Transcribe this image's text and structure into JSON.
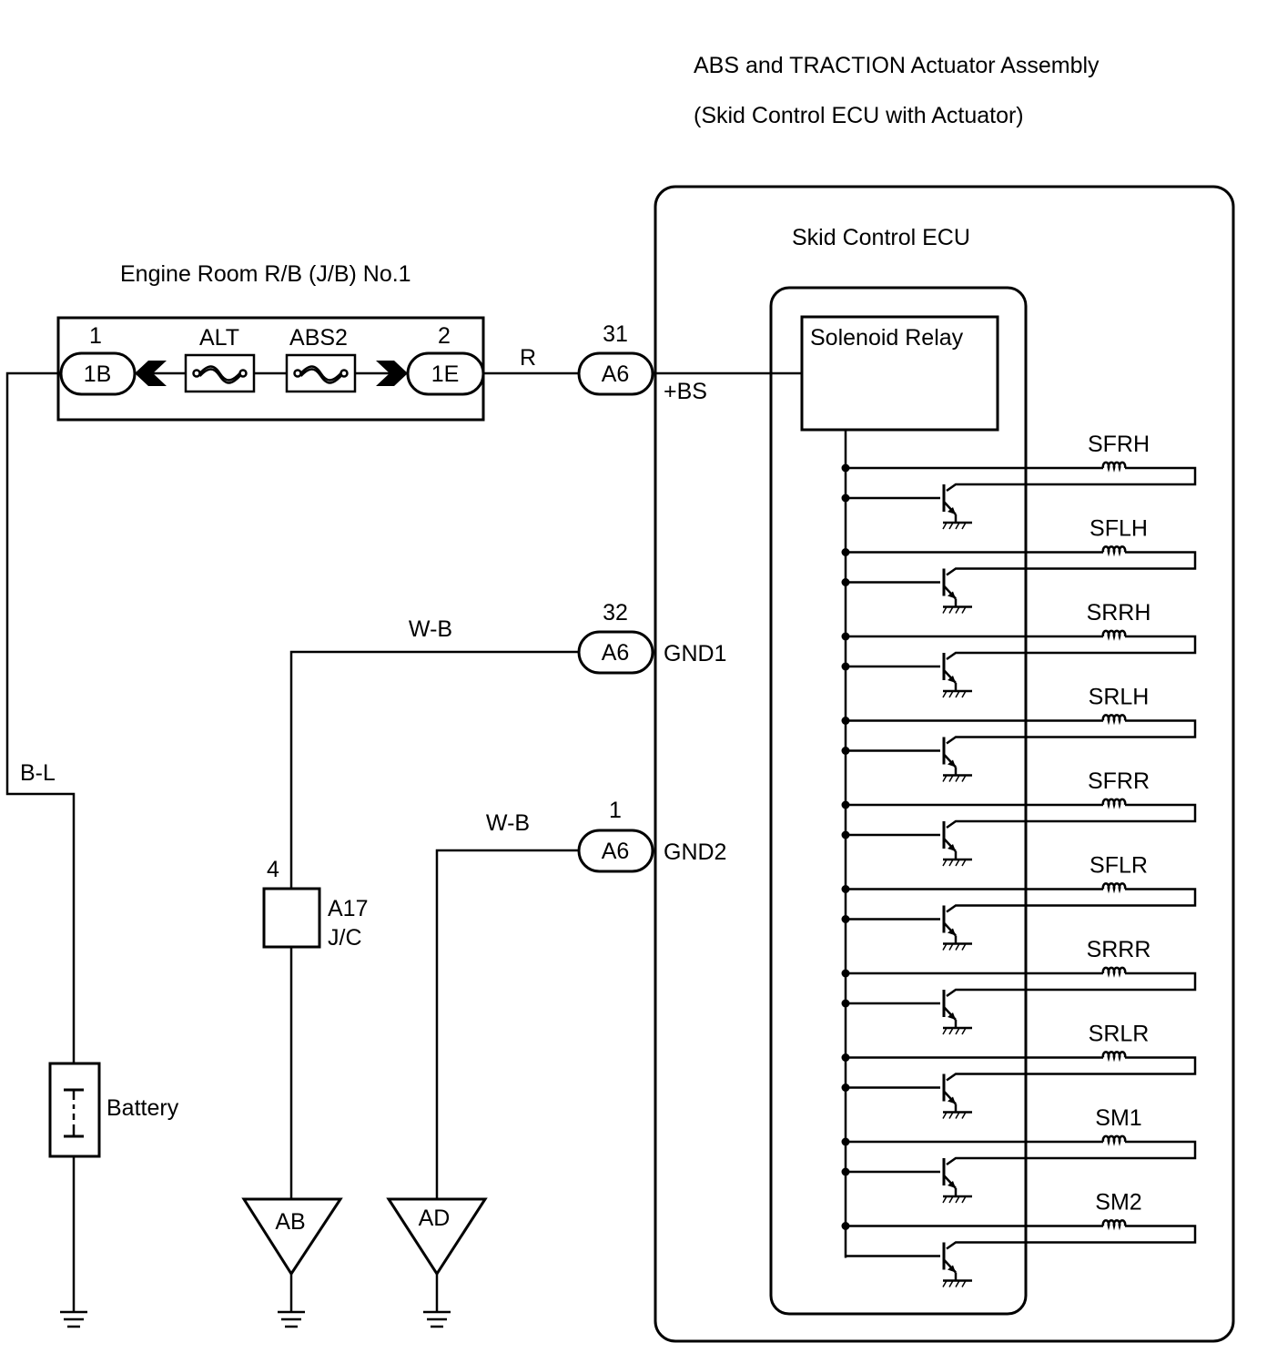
{
  "assembly": {
    "title_line1": "ABS and TRACTION Actuator Assembly",
    "title_line2": "(Skid Control ECU with Actuator)",
    "ecu_label": "Skid Control ECU",
    "relay_label": "Solenoid Relay"
  },
  "junction_block": {
    "title": "Engine Room R/B (J/B) No.1",
    "pin_left_number": "1",
    "pin_left_connector": "1B",
    "pin_right_number": "2",
    "pin_right_connector": "1E",
    "fuse1": "ALT",
    "fuse2": "ABS2"
  },
  "connectors": [
    {
      "pin": "31",
      "connector": "A6",
      "terminal": "+BS",
      "wire": "R"
    },
    {
      "pin": "32",
      "connector": "A6",
      "terminal": "GND1",
      "wire": "W-B"
    },
    {
      "pin": "1",
      "connector": "A6",
      "terminal": "GND2",
      "wire": "W-B"
    }
  ],
  "battery": {
    "label": "Battery",
    "wire": "B-L"
  },
  "junction_connector": {
    "pin": "4",
    "name": "A17",
    "type": "J/C"
  },
  "grounds": [
    "AB",
    "AD"
  ],
  "solenoids": [
    "SFRH",
    "SFLH",
    "SRRH",
    "SRLH",
    "SFRR",
    "SFLR",
    "SRRR",
    "SRLR",
    "SM1",
    "SM2"
  ]
}
